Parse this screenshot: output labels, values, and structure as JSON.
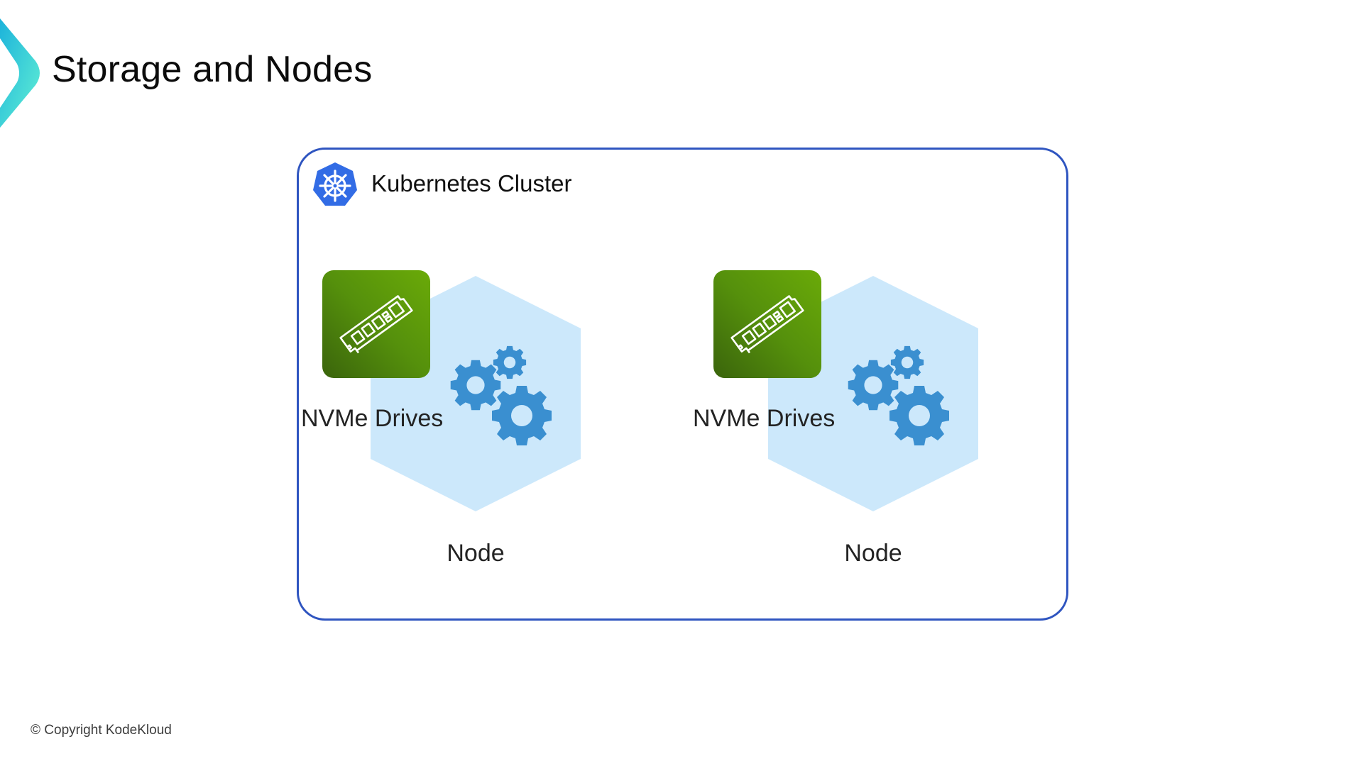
{
  "slide": {
    "title": "Storage and Nodes",
    "copyright": "© Copyright KodeKloud"
  },
  "cluster": {
    "label": "Kubernetes Cluster",
    "icon": "kubernetes-helm-icon",
    "border_color": "#2f55c0",
    "icon_color": "#326ce5"
  },
  "nodes": [
    {
      "label": "Node",
      "icon": "gears-icon",
      "storage": {
        "label": "NVMe Drives",
        "icon": "memory-module-icon"
      }
    },
    {
      "label": "Node",
      "icon": "gears-icon",
      "storage": {
        "label": "NVMe Drives",
        "icon": "memory-module-icon"
      }
    }
  ],
  "colors": {
    "node_hex_fill": "#cce8fb",
    "gear_fill": "#3a8fd0",
    "drive_gradient": [
      "#3a640c",
      "#6aaa08"
    ],
    "accent_chevron": [
      "#1fb5da",
      "#5eeed6"
    ]
  }
}
